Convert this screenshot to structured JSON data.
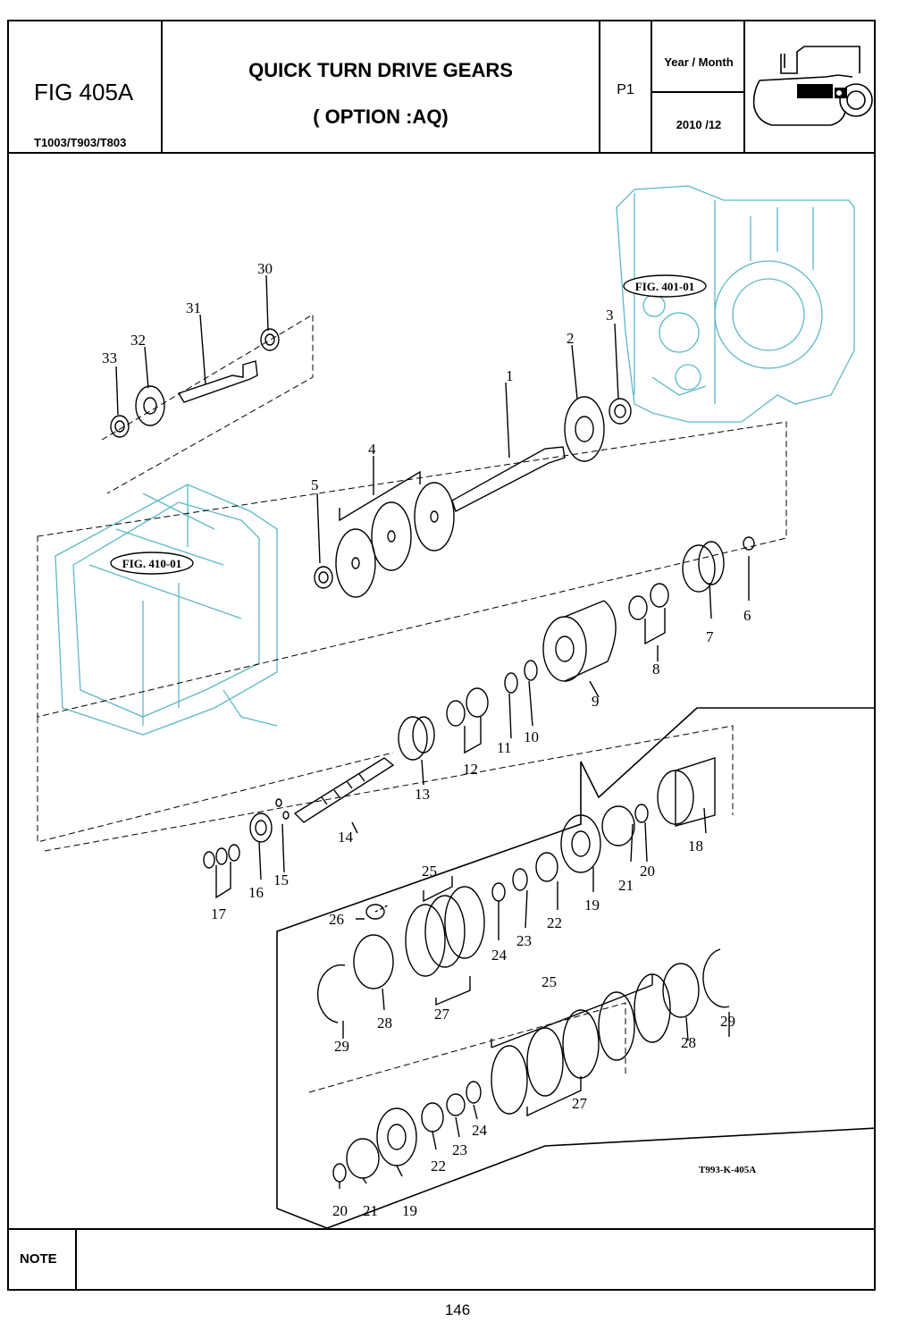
{
  "header": {
    "fig_no": "FIG 405A",
    "models": "T1003/T903/T803",
    "title_line1": "QUICK TURN DRIVE GEARS",
    "title_line2": "( OPTION :AQ)",
    "page_code": "P1",
    "year_month_label": "Year / Month",
    "year_month_value": "2010 /12",
    "logo_icon": "tractor-icon"
  },
  "diagram": {
    "ref_labels": [
      "FIG. 401-01",
      "FIG. 410-01"
    ],
    "callouts": [
      "1",
      "2",
      "3",
      "4",
      "5",
      "6",
      "7",
      "8",
      "9",
      "10",
      "11",
      "12",
      "13",
      "14",
      "15",
      "16",
      "17",
      "18",
      "19",
      "20",
      "21",
      "22",
      "23",
      "24",
      "25",
      "26",
      "27",
      "28",
      "29",
      "30",
      "31",
      "32",
      "33"
    ],
    "inset_callouts": [
      "25",
      "26",
      "27",
      "28",
      "29",
      "24",
      "23",
      "22",
      "19",
      "21",
      "20",
      "18",
      "25",
      "27",
      "28",
      "29",
      "24",
      "23",
      "22",
      "19",
      "21",
      "20"
    ],
    "drawing_code": "T993-K-405A",
    "ref_color": "#5bb8c9",
    "line_color": "#000000"
  },
  "note": {
    "label": "NOTE",
    "text": ""
  },
  "page_number": "146"
}
